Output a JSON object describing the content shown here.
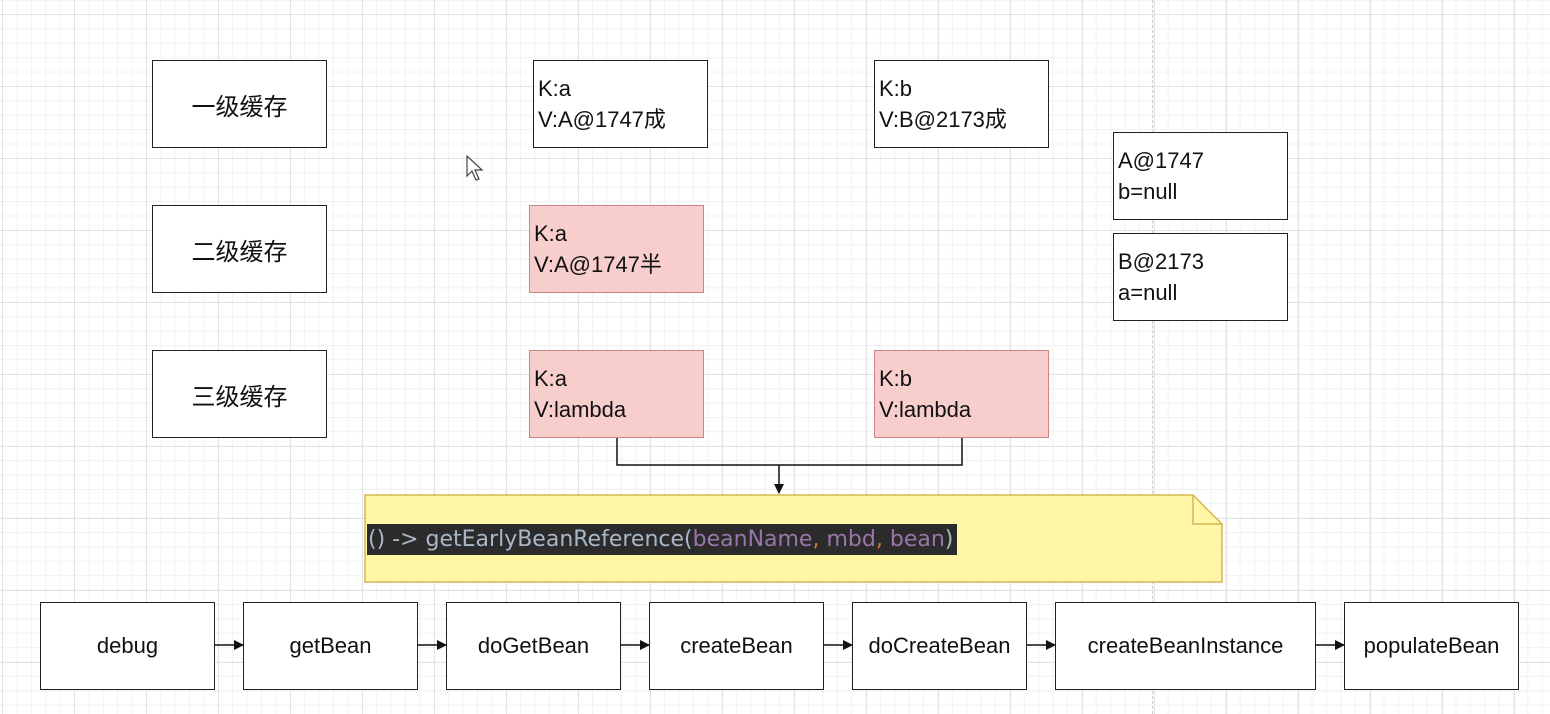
{
  "levels": {
    "l1": "一级缓存",
    "l2": "二级缓存",
    "l3": "三级缓存"
  },
  "cache_entries": {
    "l1_a": {
      "k": "K:a",
      "v": "V:A@1747成"
    },
    "l1_b": {
      "k": "K:b",
      "v": "V:B@2173成"
    },
    "l2_a": {
      "k": "K:a",
      "v": "V:A@1747半"
    },
    "l3_a": {
      "k": "K:a",
      "v": "V:lambda"
    },
    "l3_b": {
      "k": "K:b",
      "v": "V:lambda"
    }
  },
  "instances": {
    "a": {
      "name": "A@1747",
      "field": "b=null"
    },
    "b": {
      "name": "B@2173",
      "field": "a=null"
    }
  },
  "note": {
    "code_prefix": "() -> getEarlyBeanReference(",
    "param1": "beanName",
    "sep1": ", ",
    "param2": "mbd",
    "sep2": ", ",
    "param3": "bean",
    "code_suffix": ")"
  },
  "flow_steps": [
    "debug",
    "getBean",
    "doGetBean",
    "createBean",
    "doCreateBean",
    "createBeanInstance",
    "populateBean"
  ],
  "colors": {
    "entry_fill": "#f8cecc",
    "entry_border": "#c98582",
    "note_fill": "#fff6a6",
    "note_border": "#d6b656",
    "code_bg": "#2b2b2b"
  }
}
